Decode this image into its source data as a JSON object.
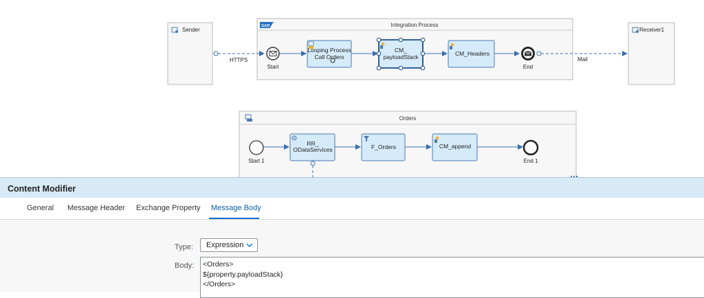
{
  "diagram": {
    "integration_process": {
      "title": "Integration Process",
      "logo": "SAP"
    },
    "sender": {
      "label": "Sender"
    },
    "receiver": {
      "label": "Receiver1"
    },
    "https_label": "HTTPS",
    "mail_label": "Mail",
    "start_label": "Start",
    "end_label": "End",
    "tasks": {
      "looping_line1": "Looping Process",
      "looping_line2": "Call Orders",
      "cm_payload_line1": "CM_",
      "cm_payload_line2": "payloadStack",
      "cm_headers": "CM_Headers"
    },
    "orders_pool": {
      "title": "Orders",
      "start_label": "Start 1",
      "end_label": "End 1",
      "rr_line1": "RR_",
      "rr_line2": "ODataServices",
      "f_orders": "F_Orders",
      "cm_append": "CM_append"
    }
  },
  "panel": {
    "title": "Content Modifier",
    "tabs": [
      {
        "label": "General"
      },
      {
        "label": "Message Header"
      },
      {
        "label": "Exchange Property"
      },
      {
        "label": "Message Body"
      }
    ],
    "active_tab": "Message Body",
    "type_label": "Type:",
    "type_value": "Expression",
    "body_label": "Body:",
    "body_lines": [
      "<Orders>",
      "${property.payloadStack}",
      "</Orders>"
    ]
  },
  "colors": {
    "task_fill": "#d6ebfa",
    "task_stroke": "#4a7ab0",
    "flow": "#3a6fb0",
    "panel_header": "#d9eaf7",
    "active_tab": "#0a6ed1"
  }
}
